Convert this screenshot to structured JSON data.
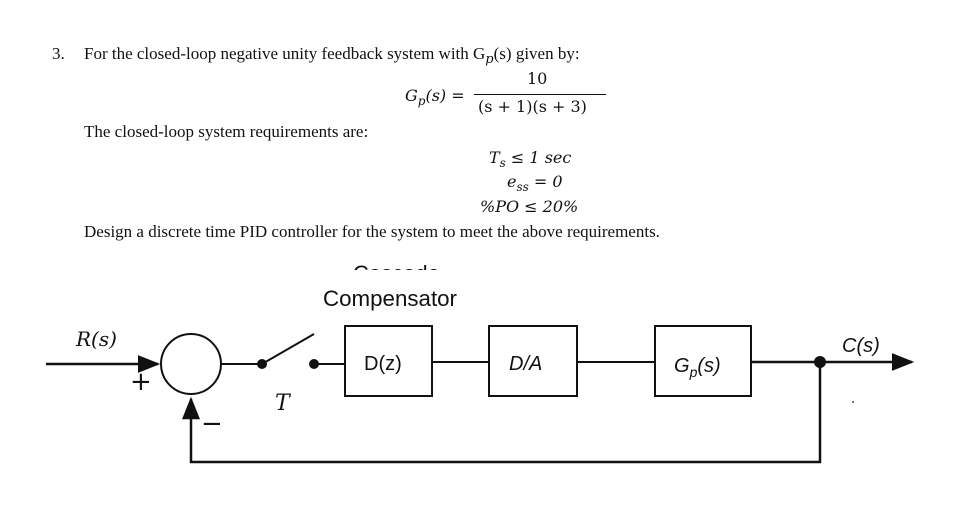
{
  "problem": {
    "number": "3.",
    "intro": "For the closed-loop negative unity feedback system with G",
    "intro_sub": "p",
    "intro_tail": "(s) given by:",
    "tf_lhs": "G",
    "tf_lhs_sub": "p",
    "tf_lhs_tail": "(s) =",
    "tf_numerator": "10",
    "tf_denominator": "(s + 1)(s + 3)",
    "req_heading": "The closed-loop system requirements are:",
    "req1": "T",
    "req1_sub": "s",
    "req1_tail": " ≤ 1 sec",
    "req2": "e",
    "req2_sub": "ss",
    "req2_tail": " = 0",
    "req3": "%PO ≤ 20%",
    "task": "Design a discrete time PID controller for the system to meet the above requirements."
  },
  "diagram": {
    "cut_label": "Cascade",
    "compensator_label": "Compensator",
    "input_label": "R(s)",
    "output_label": "C(s)",
    "plus_sign": "+",
    "minus_sign": "−",
    "sampler_label": "T",
    "block1": "D(z)",
    "block2": "D/A",
    "block3": "G",
    "block3_sub": "p",
    "block3_tail": "(s)"
  },
  "colors": {
    "ink": "#111111",
    "background": "#ffffff"
  }
}
